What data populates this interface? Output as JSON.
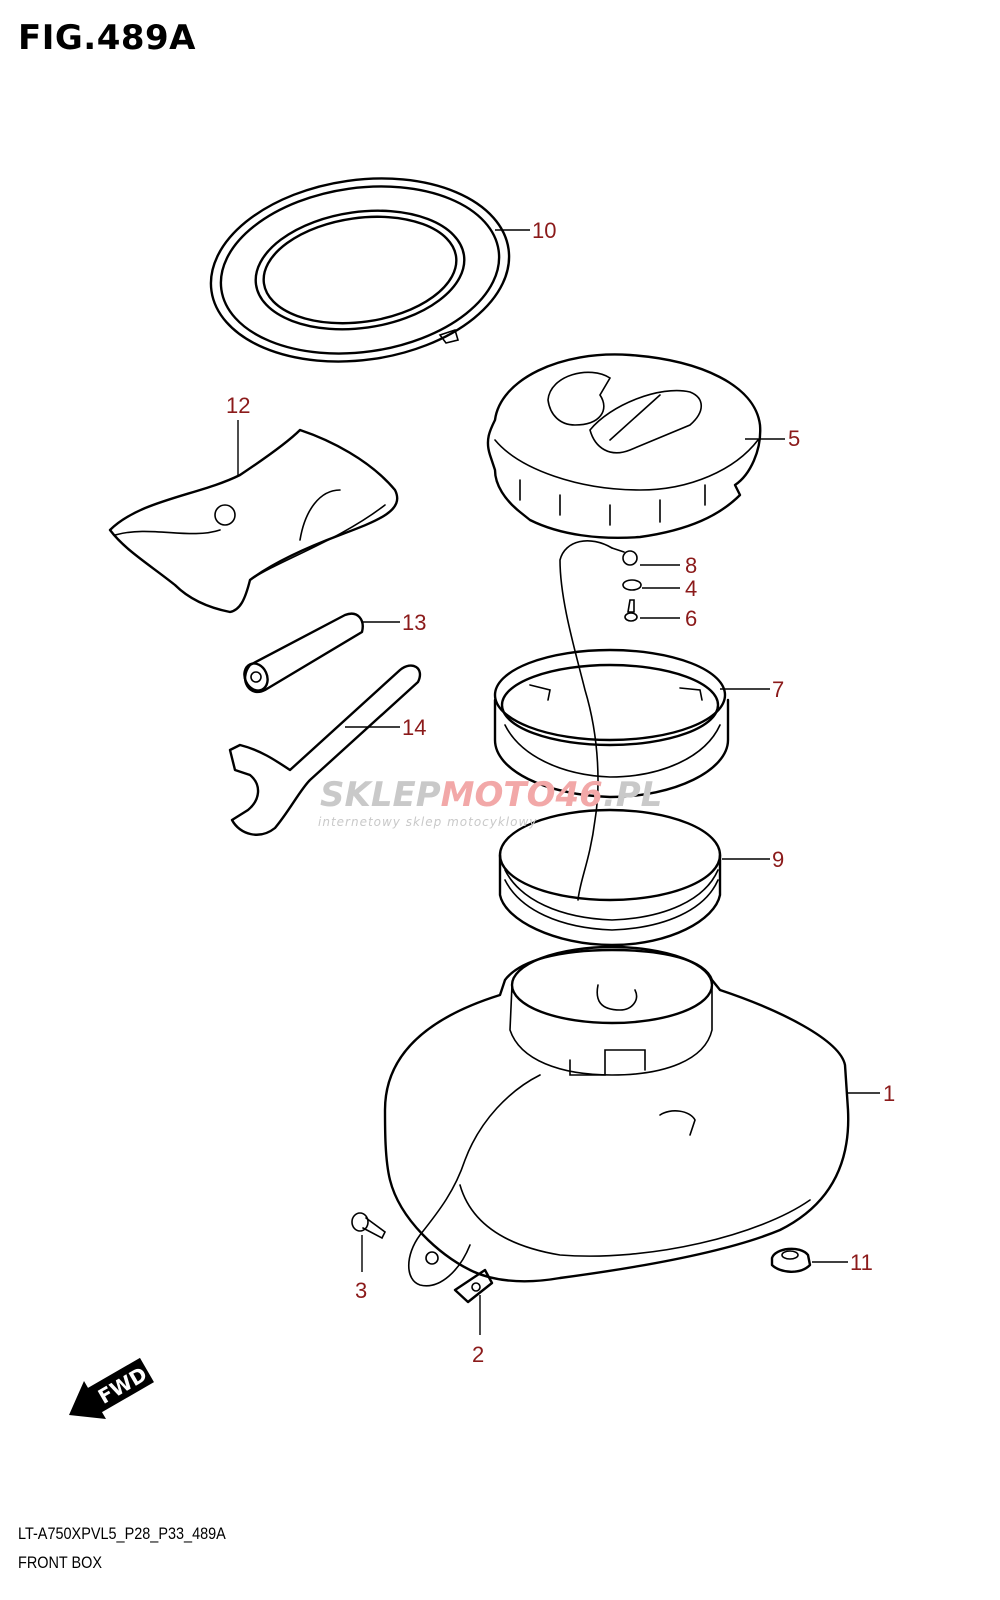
{
  "figure": {
    "title": "FIG.489A",
    "model_code": "LT-A750XPVL5_P28_P33_489A",
    "section_name": "FRONT BOX"
  },
  "watermark": {
    "brand_a": "SKLEP",
    "brand_b": "MOTO",
    "brand_c": "46",
    "brand_d": ".PL",
    "tagline": "internetowy sklep motocyklowy"
  },
  "fwd_label": "FWD",
  "callouts": [
    {
      "id": "c10",
      "label": "10"
    },
    {
      "id": "c12",
      "label": "12"
    },
    {
      "id": "c5",
      "label": "5"
    },
    {
      "id": "c8",
      "label": "8"
    },
    {
      "id": "c4",
      "label": "4"
    },
    {
      "id": "c6",
      "label": "6"
    },
    {
      "id": "c13",
      "label": "13"
    },
    {
      "id": "c7",
      "label": "7"
    },
    {
      "id": "c14",
      "label": "14"
    },
    {
      "id": "c9",
      "label": "9"
    },
    {
      "id": "c1",
      "label": "1"
    },
    {
      "id": "c11",
      "label": "11"
    },
    {
      "id": "c3",
      "label": "3"
    },
    {
      "id": "c2",
      "label": "2"
    }
  ],
  "colors": {
    "callout": "#8b1a1a",
    "watermark_grey": "#c9c9c9",
    "watermark_red": "#f2a8a8"
  }
}
